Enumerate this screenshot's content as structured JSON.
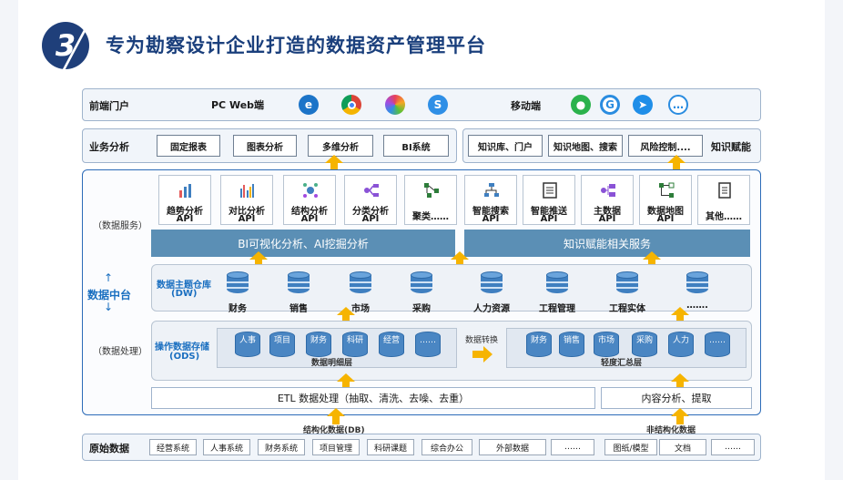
{
  "header": {
    "badge_number": "3",
    "title": "专为勘察设计企业打造的数据资产管理平台"
  },
  "portal": {
    "label": "前端门户",
    "pc_label": "PC Web端",
    "pc_icons": [
      "ie-browser-icon",
      "chrome-browser-icon",
      "safari-browser-icon",
      "sogou-browser-icon"
    ],
    "mobile_label": "移动端",
    "mobile_icons": [
      "wechat-icon",
      "google-icon",
      "dingtalk-icon",
      "chat-icon"
    ]
  },
  "business": {
    "label": "业务分析",
    "items": [
      "固定报表",
      "图表分析",
      "多维分析",
      "BI系统"
    ],
    "knowledge_label": "知识赋能",
    "knowledge_items": [
      "知识库、门户",
      "知识地图、搜索",
      "风险控制...."
    ]
  },
  "data_service": {
    "label": "（数据服务）",
    "apis": [
      {
        "name": "趋势分析",
        "sub": "API",
        "icon": "trend-bar-icon"
      },
      {
        "name": "对比分析",
        "sub": "API",
        "icon": "compare-bar-icon"
      },
      {
        "name": "结构分析",
        "sub": "API",
        "icon": "structure-icon"
      },
      {
        "name": "分类分析",
        "sub": "API",
        "icon": "classify-icon"
      },
      {
        "name": "聚类……",
        "sub": "",
        "icon": "cluster-icon"
      },
      {
        "name": "智能搜索",
        "sub": "API",
        "icon": "search-tree-icon"
      },
      {
        "name": "智能推送",
        "sub": "API",
        "icon": "push-doc-icon"
      },
      {
        "name": "主数据",
        "sub": "API",
        "icon": "master-data-icon"
      },
      {
        "name": "数据地图",
        "sub": "API",
        "icon": "data-map-icon"
      },
      {
        "name": "其他……",
        "sub": "",
        "icon": "other-doc-icon"
      }
    ],
    "bar_left": "BI可视化分析、AI挖掘分析",
    "bar_right": "知识赋能相关服务"
  },
  "middle": {
    "label": "数据中台",
    "up_arrow": "↑",
    "down_arrow": "↓"
  },
  "dw": {
    "title_line1": "数据主题仓库",
    "title_line2": "(DW)",
    "items": [
      "财务",
      "销售",
      "市场",
      "采购",
      "人力资源",
      "工程管理",
      "工程实体",
      "……."
    ]
  },
  "processing": {
    "label": "（数据处理）",
    "ods_line1": "操作数据存储",
    "ods_line2": "(ODS)",
    "detail_items": [
      "人事",
      "项目",
      "财务",
      "科研",
      "经营",
      "……"
    ],
    "detail_caption": "数据明细层",
    "convert_label": "数据转换",
    "summary_items": [
      "财务",
      "销售",
      "市场",
      "采购",
      "人力",
      "……"
    ],
    "summary_caption": "轻度汇总层",
    "etl": "ETL 数据处理（抽取、清洗、去噪、去重）",
    "content_analysis": "内容分析、提取"
  },
  "source": {
    "structured_label": "结构化数据(DB)",
    "unstructured_label": "非结构化数据",
    "label": "原始数据",
    "structured_items": [
      "经营系统",
      "人事系统",
      "财务系统",
      "项目管理",
      "科研课题",
      "综合办公",
      "外部数据",
      "……"
    ],
    "unstructured_items": [
      "图纸/模型",
      "文档",
      "……"
    ]
  },
  "colors": {
    "title_blue": "#1a3f7c",
    "frame_blue": "#2c6bb8",
    "bar_blue": "#5b8fb5",
    "arrow_yellow": "#f6b400"
  }
}
